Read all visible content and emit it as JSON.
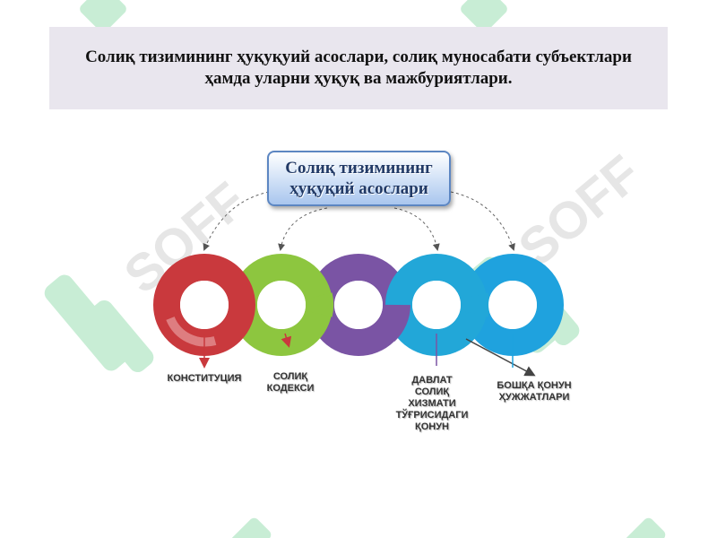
{
  "header": {
    "title_line1": "Солиқ тизимининг ҳуқуқуий асослари, солиқ муносабати субъектлари",
    "title_line2": "ҳамда уларни ҳуқуқ ва мажбуриятлари."
  },
  "diagram": {
    "center_line1": "Солиқ тизимининг",
    "center_line2": "ҳуқуқий асослари",
    "rings": [
      {
        "color": "#c9393d",
        "label_lines": [
          "КОНСТИТУЦИЯ"
        ]
      },
      {
        "color": "#8dc63f",
        "label_lines": [
          "СОЛИҚ",
          "КОДЕКСИ"
        ]
      },
      {
        "color": "#7a54a4",
        "label_lines": [
          "ДАВЛАТ",
          "СОЛИҚ",
          "ХИЗМАТИ",
          "ТЎҒРИСИДАГИ",
          "ҚОНУН"
        ]
      },
      {
        "color": "#1fa2de",
        "label_lines": [
          "БОШҚА ҚОНУН",
          "ҲУЖЖАТЛАРИ"
        ]
      }
    ]
  },
  "colors": {
    "band": "#e9e6ee",
    "center_box_border": "#5c86c2",
    "watermark_green": "#c8edd5",
    "watermark_gray": "#e4e4e4"
  }
}
